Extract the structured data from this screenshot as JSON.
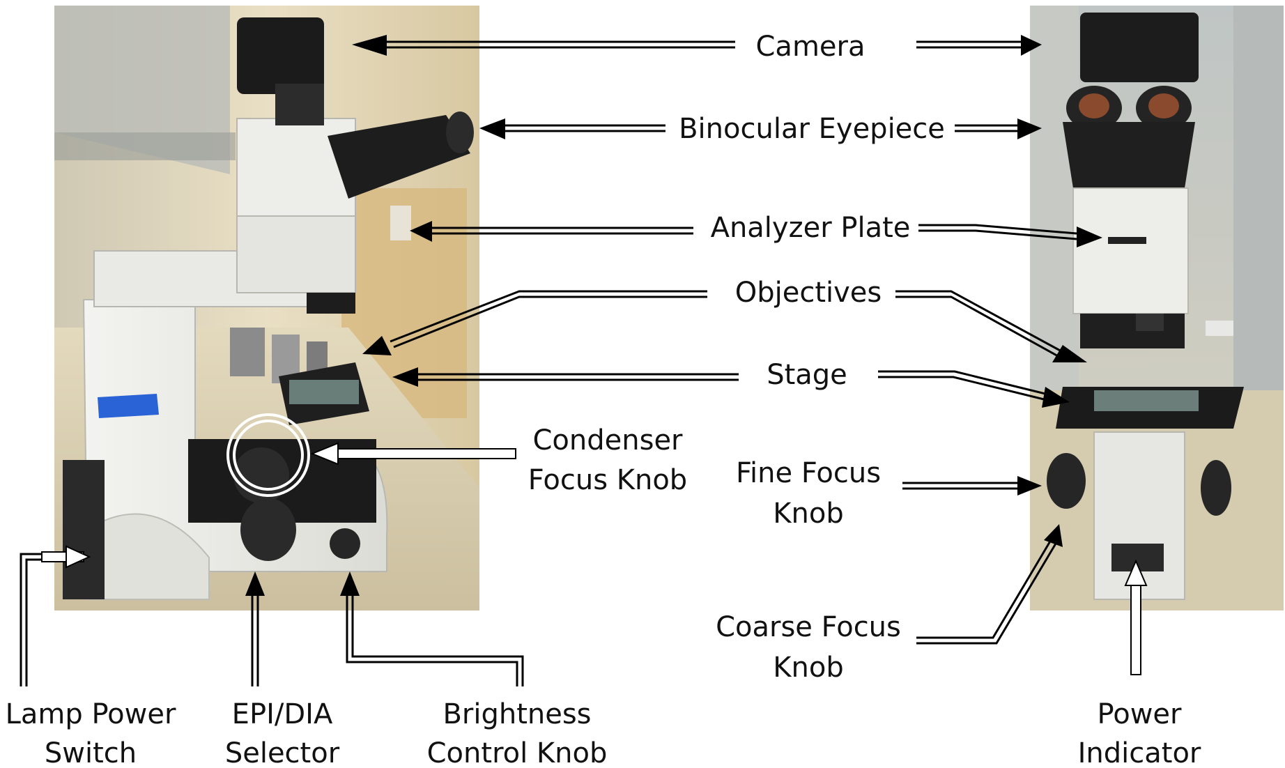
{
  "labels": {
    "camera": "Camera",
    "binocular_eyepiece": "Binocular Eyepiece",
    "analyzer_plate": "Analyzer Plate",
    "objectives": "Objectives",
    "stage": "Stage",
    "condenser_focus_knob": [
      "Condenser",
      "Focus Knob"
    ],
    "fine_focus_knob": [
      "Fine Focus",
      "Knob"
    ],
    "coarse_focus_knob": [
      "Coarse Focus",
      "Knob"
    ],
    "lamp_power_switch": [
      "Lamp Power",
      "Switch"
    ],
    "epi_dia_selector": [
      "EPI/DIA",
      "Selector"
    ],
    "brightness_control_knob": [
      "Brightness",
      "Control Knob"
    ],
    "power_indicator": [
      "Power",
      "Indicator"
    ]
  },
  "colors": {
    "arrow": "#000000",
    "arrow_outline_white": "#ffffff",
    "text": "#111111",
    "microscope_body": "#e9e9e6",
    "microscope_dark": "#1c1c1c",
    "wall": "#e7dcc0",
    "bench": "#d9cfb3"
  }
}
